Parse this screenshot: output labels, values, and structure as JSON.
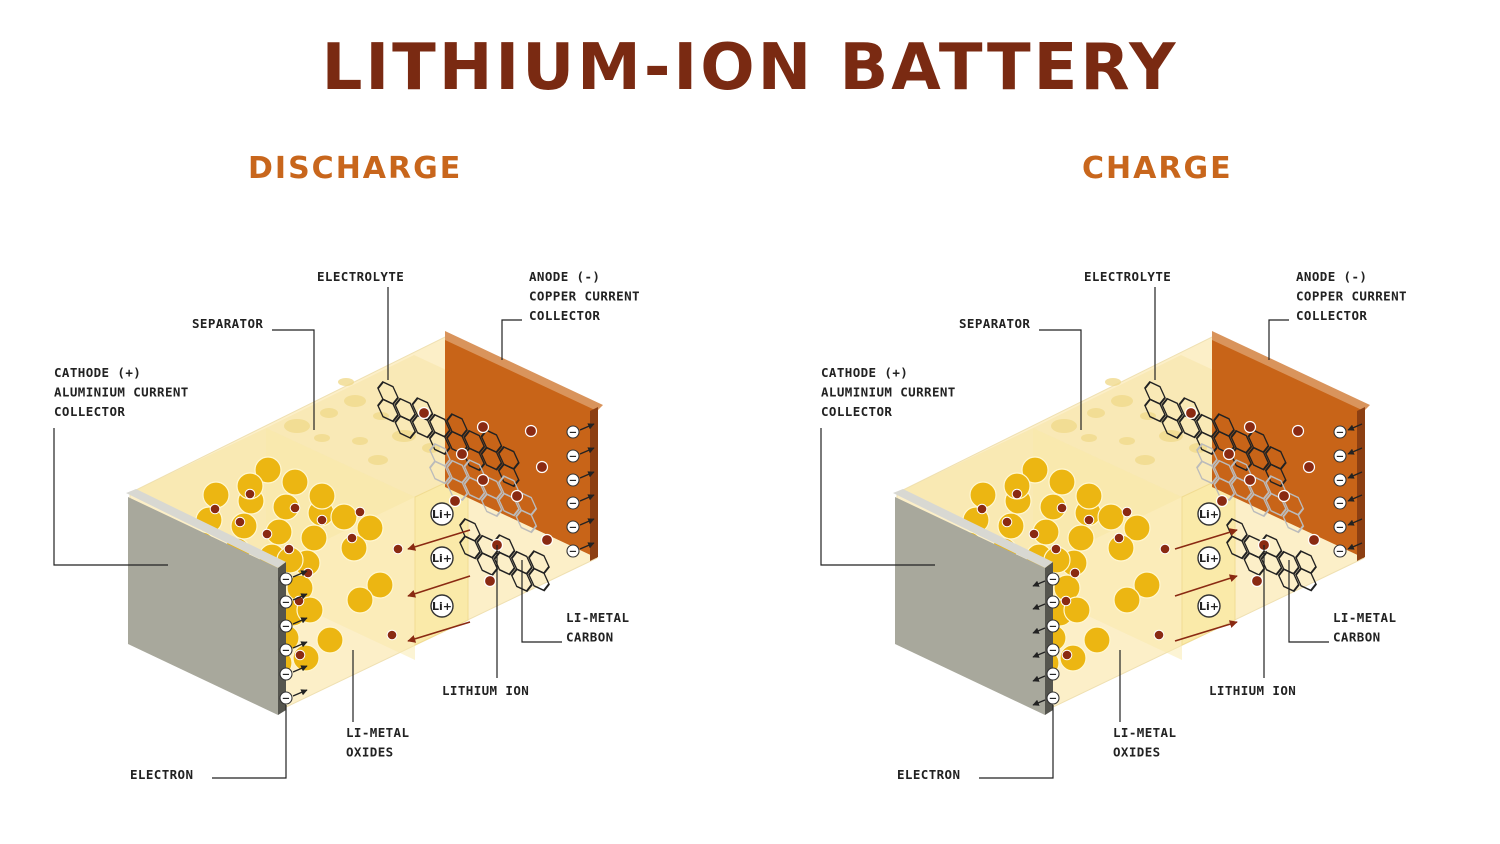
{
  "title": "LITHIUM-ION BATTERY",
  "colors": {
    "title": "#7a2a12",
    "subtitle": "#c8661c",
    "electrolyte": "#fcefc8",
    "separator": "#faeaa9",
    "particle": "#ecb612",
    "anode": "#c86418",
    "cathode_plate": "#a8a89c",
    "ion_dot": "#8a2a12"
  },
  "panels": [
    {
      "id": "discharge",
      "title": "DISCHARGE",
      "labels": {
        "electrolyte": "ELECTROLYTE",
        "separator": "SEPARATOR",
        "anode": [
          "ANODE (-)",
          "COPPER CURRENT",
          "COLLECTOR"
        ],
        "cathode": [
          "CATHODE (+)",
          "ALUMINIUM CURRENT",
          "COLLECTOR"
        ],
        "li_metal_carbon": [
          "LI-METAL",
          "CARBON"
        ],
        "lithium_ion": "LITHIUM ION",
        "li_metal_oxides": [
          "LI-METAL",
          "OXIDES"
        ],
        "electron": "ELECTRON"
      },
      "ion_symbol": "Li+",
      "electron_symbol": "−",
      "flow_direction": "anode-to-cathode"
    },
    {
      "id": "charge",
      "title": "CHARGE",
      "labels": {
        "electrolyte": "ELECTROLYTE",
        "separator": "SEPARATOR",
        "anode": [
          "ANODE (-)",
          "COPPER CURRENT",
          "COLLECTOR"
        ],
        "cathode": [
          "CATHODE (+)",
          "ALUMINIUM CURRENT",
          "COLLECTOR"
        ],
        "li_metal_carbon": [
          "LI-METAL",
          "CARBON"
        ],
        "lithium_ion": "LITHIUM ION",
        "li_metal_oxides": [
          "LI-METAL",
          "OXIDES"
        ],
        "electron": "ELECTRON"
      },
      "ion_symbol": "Li+",
      "electron_symbol": "−",
      "flow_direction": "cathode-to-anode"
    }
  ]
}
